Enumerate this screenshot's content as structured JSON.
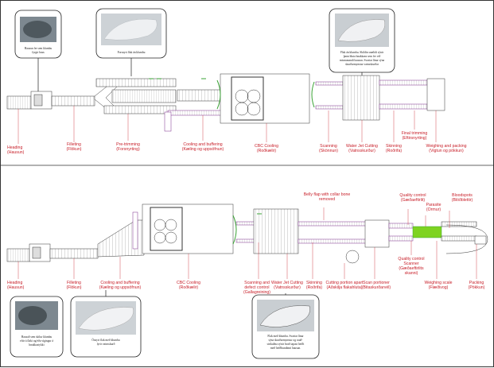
{
  "top": {
    "photo_captions": {
      "head": [
        "Hausun fer sem klumbu",
        "fyrgir haus"
      ],
      "fillet": [
        "Forsnyrt flak án klumbu"
      ],
      "final": [
        "Flak án klumbu. Skildin snælidi sýnir",
        "þann hluta hnakkans sem fer við",
        "mismunandi hausun. Svartar línur sýna",
        "skurðarmynstur vatnsskurðar"
      ]
    },
    "labels": [
      {
        "id": "heading",
        "lines": [
          "Heading",
          "(Hausun)"
        ]
      },
      {
        "id": "filleting",
        "lines": [
          "Filleting",
          "(Flökun)"
        ]
      },
      {
        "id": "pretrimming",
        "lines": [
          "Pre-trimming",
          "(Forsnyrting)"
        ]
      },
      {
        "id": "cooling",
        "lines": [
          "Cooling and buffering",
          "(Kæling og uppsöfnun)"
        ]
      },
      {
        "id": "cbc",
        "lines": [
          "CBC Cooling",
          "(Roðkælir)"
        ]
      },
      {
        "id": "scanning",
        "lines": [
          "Scanning",
          "(Skönnun)"
        ]
      },
      {
        "id": "waterjet",
        "lines": [
          "Water Jet Cutting",
          "(Vatnsskurður)"
        ]
      },
      {
        "id": "skinning",
        "lines": [
          "Skinning",
          "(Roðrifa)"
        ]
      },
      {
        "id": "finaltrim",
        "lines": [
          "Final trimming",
          "(Eftirsnyrting)"
        ]
      },
      {
        "id": "weighing",
        "lines": [
          "Weighing and packing",
          "(Vigtun og pökkun)"
        ]
      }
    ]
  },
  "bottom": {
    "photo_captions": {
      "head": [
        "Hausað sem skilur klumbu",
        "eftir á flaki og/eða vígingur á",
        "hnakkastykki"
      ],
      "fillet": [
        "Ósnyrt flak með klumbu",
        "fyrir vatnsskurð"
      ],
      "cut": [
        "Flak með klumbu. Svartar línur",
        "sýna skurðarmynstur og rauð-",
        "strikaðna sýnir hvað tapast hefði",
        "með hefðbundinni hausun."
      ]
    },
    "labels": [
      {
        "id": "heading",
        "lines": [
          "Heading",
          "(Hausun)"
        ]
      },
      {
        "id": "filleting",
        "lines": [
          "Filleting",
          "(Flökun)"
        ]
      },
      {
        "id": "cooling",
        "lines": [
          "Cooling and buffering",
          "(Kæling og uppsöfnun)"
        ]
      },
      {
        "id": "cbc",
        "lines": [
          "CBC Cooling",
          "(Roðkælir)"
        ]
      },
      {
        "id": "scanning",
        "lines": [
          "Scanning and",
          "defect control",
          "(Gallagreining)"
        ]
      },
      {
        "id": "waterjet",
        "lines": [
          "Water Jet Cutting",
          "(Vatnsskurður)"
        ]
      },
      {
        "id": "skinning",
        "lines": [
          "Skinning",
          "(Roðrifa)"
        ]
      },
      {
        "id": "cutting",
        "lines": [
          "Cutting portion apart",
          "(Aðskilja flakahluta)"
        ]
      },
      {
        "id": "scanportioner",
        "lines": [
          "Scan portioner",
          "(Bitaskurðarvél)"
        ]
      },
      {
        "id": "qcscanner",
        "lines": [
          "Quality control",
          "Scanner",
          "(Gæðaeftirlits",
          "skanni)"
        ]
      },
      {
        "id": "weighscale",
        "lines": [
          "Weighing scale",
          "(Flæðivog)"
        ]
      },
      {
        "id": "packing",
        "lines": [
          "Packing",
          "(Pökkun)"
        ]
      },
      {
        "id": "bellyflap",
        "lines": [
          "Belly flap with collar bone",
          "removed"
        ]
      },
      {
        "id": "qc",
        "lines": [
          "Quality control",
          "(Gæðaeftirlit)"
        ]
      },
      {
        "id": "parasite",
        "lines": [
          "Parasite",
          "(Ormur)"
        ]
      },
      {
        "id": "bloodspots",
        "lines": [
          "Bloodspots",
          "(Blóðblettir)"
        ]
      }
    ]
  }
}
